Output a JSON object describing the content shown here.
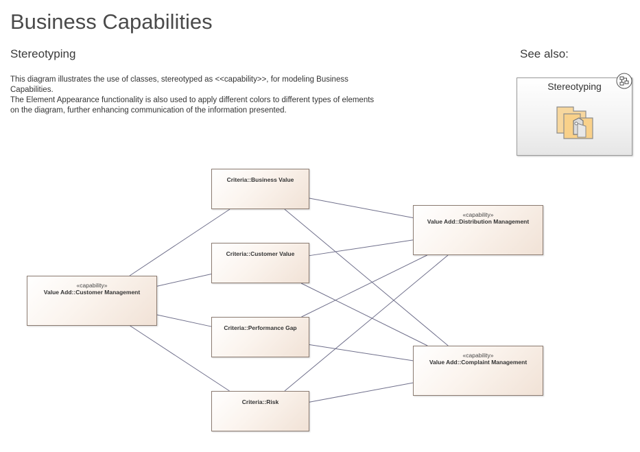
{
  "header": {
    "title": "Business Capabilities",
    "subtitle": "Stereotyping",
    "see_also": "See also:"
  },
  "description": {
    "lines": [
      "This diagram illustrates the use of classes, stereotyped as <<capability>>, for modeling Business Capabilities.",
      "The Element Appearance functionality is also used to apply different colors to different types of elements on the diagram, further enhancing communication of the information presented."
    ]
  },
  "diagram_link": {
    "label": "Stereotyping",
    "icon": "package-folder-icon",
    "corner_icon": "diagram-link-icon"
  },
  "diagram": {
    "colors": {
      "element_fill": "#f1e2d6",
      "element_border": "#8a7a70",
      "connector": "#6e6e8a"
    },
    "elements": {
      "customer_management": {
        "stereotype": "«capability»",
        "name": "Value Add::Customer Management"
      },
      "business_value": {
        "stereotype": "",
        "name": "Criteria::Business Value"
      },
      "customer_value": {
        "stereotype": "",
        "name": "Criteria::Customer Value"
      },
      "performance_gap": {
        "stereotype": "",
        "name": "Criteria::Performance Gap"
      },
      "risk": {
        "stereotype": "",
        "name": "Criteria::Risk"
      },
      "distribution_management": {
        "stereotype": "«capability»",
        "name": "Value Add::Distribution Management"
      },
      "complaint_management": {
        "stereotype": "«capability»",
        "name": "Value Add::Complaint Management"
      }
    },
    "connectors": [
      [
        "customer_management",
        "business_value"
      ],
      [
        "customer_management",
        "customer_value"
      ],
      [
        "customer_management",
        "performance_gap"
      ],
      [
        "customer_management",
        "risk"
      ],
      [
        "business_value",
        "distribution_management"
      ],
      [
        "business_value",
        "complaint_management"
      ],
      [
        "customer_value",
        "distribution_management"
      ],
      [
        "customer_value",
        "complaint_management"
      ],
      [
        "performance_gap",
        "distribution_management"
      ],
      [
        "performance_gap",
        "complaint_management"
      ],
      [
        "risk",
        "distribution_management"
      ],
      [
        "risk",
        "complaint_management"
      ]
    ]
  }
}
